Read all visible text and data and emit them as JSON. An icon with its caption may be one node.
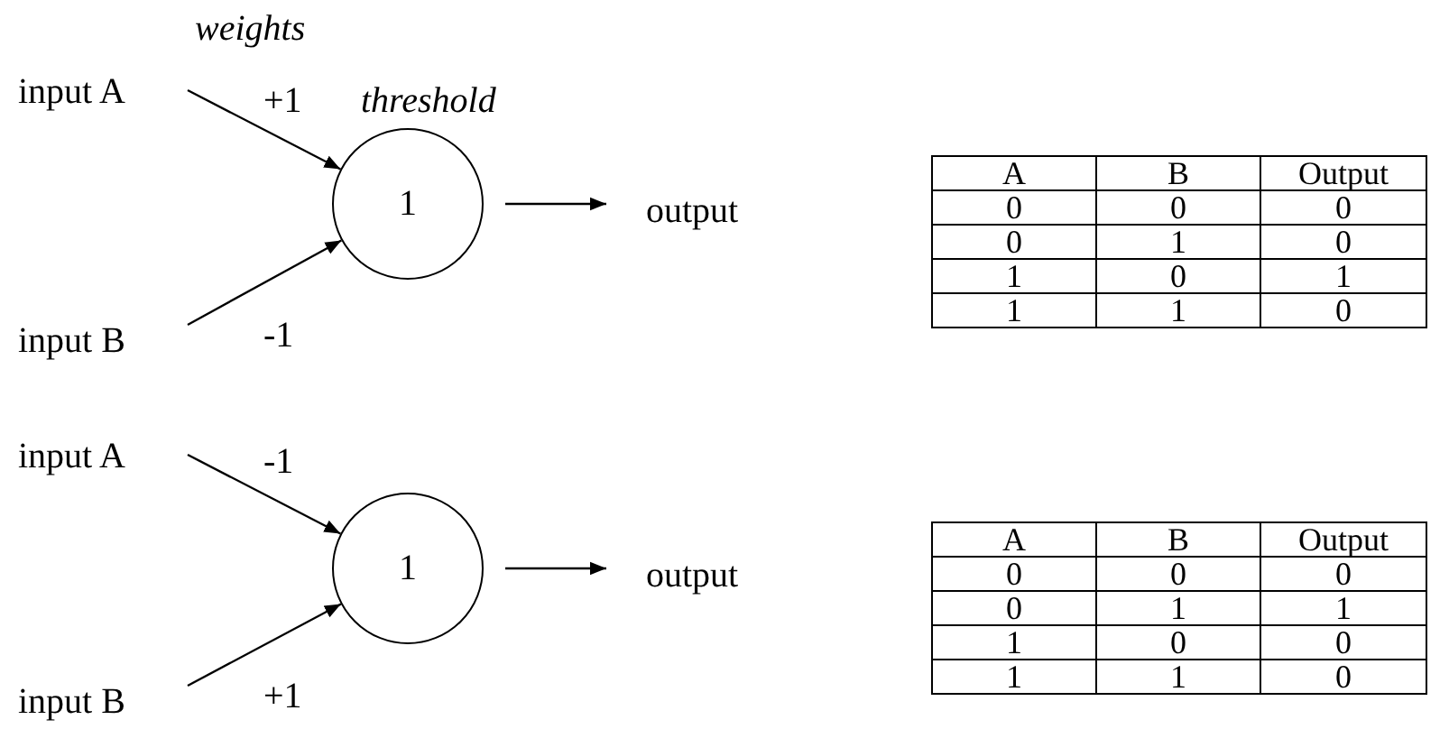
{
  "diagram": {
    "nodes": [
      {
        "text": [
          "input A"
        ]
      },
      {
        "text": [
          "input B"
        ]
      },
      {
        "text": [
          "1"
        ],
        "beside": [
          "threshold"
        ]
      },
      {
        "text": [
          "output"
        ]
      },
      {
        "text": [
          "input A"
        ]
      },
      {
        "text": [
          "input B"
        ]
      },
      {
        "text": [
          "1"
        ]
      },
      {
        "text": [
          "output"
        ]
      }
    ],
    "edges": [
      {
        "from": 0,
        "to": 2,
        "arrow": "to",
        "label": "+1"
      },
      {
        "from": 1,
        "to": 2,
        "arrow": "to",
        "label": "-1"
      },
      {
        "from": 2,
        "to": 3,
        "arrow": "to"
      },
      {
        "from": 4,
        "to": 6,
        "arrow": "to",
        "label": "-1"
      },
      {
        "from": 5,
        "to": 6,
        "arrow": "to",
        "label": "+1"
      },
      {
        "from": 6,
        "to": 7,
        "arrow": "to"
      }
    ],
    "labels": [
      "weights",
      "A",
      "B",
      "Output",
      "0",
      "0",
      "0",
      "0",
      "1",
      "0",
      "1",
      "0",
      "1",
      "1",
      "1",
      "0",
      "A",
      "B",
      "Output",
      "0",
      "0",
      "0",
      "0",
      "1",
      "1",
      "1",
      "0",
      "0",
      "1",
      "1",
      "0"
    ]
  }
}
